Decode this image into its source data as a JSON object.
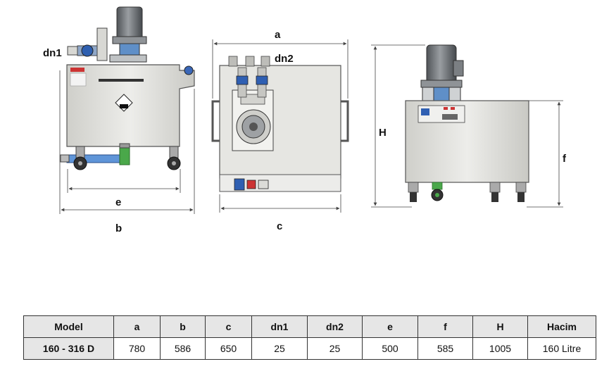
{
  "dimension_labels": {
    "a": "a",
    "b": "b",
    "c": "c",
    "dn1": "dn1",
    "dn2": "dn2",
    "e": "e",
    "f": "f",
    "H": "H"
  },
  "table": {
    "headers": [
      "Model",
      "a",
      "b",
      "c",
      "dn1",
      "dn2",
      "e",
      "f",
      "H",
      "Hacim"
    ],
    "row": [
      "160 - 316 D",
      "780",
      "586",
      "650",
      "25",
      "25",
      "500",
      "585",
      "1005",
      "160 Litre"
    ]
  },
  "colors": {
    "tank": "#e4e4de",
    "tank_edge": "#555555",
    "motor": "#6f7377",
    "pipe_blue": "#3b6fc4",
    "pipe_green": "#4aa84a",
    "dimension_line": "#444444"
  }
}
